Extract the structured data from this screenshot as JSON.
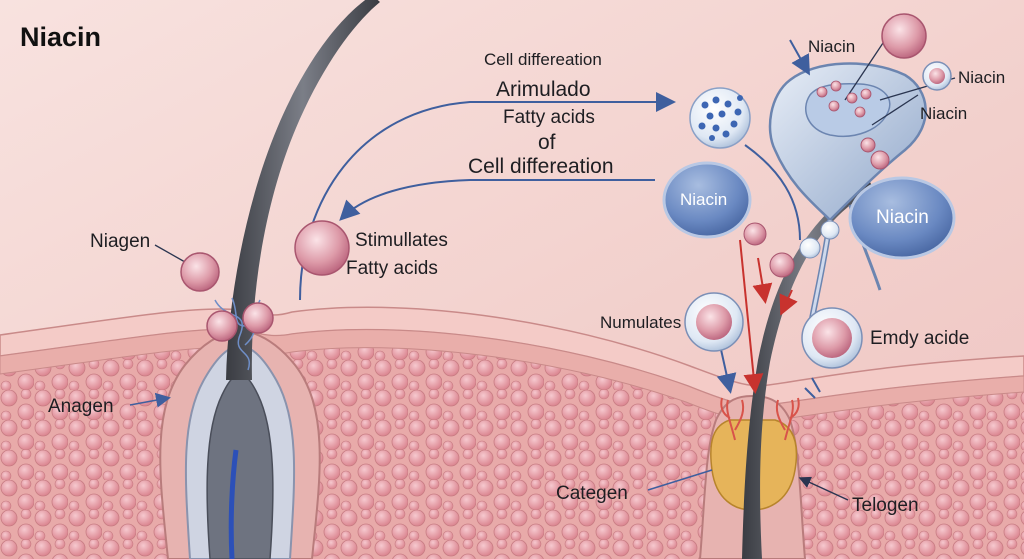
{
  "title": "Niacin",
  "labels": {
    "cell_differeation_top": "Cell differeation",
    "arimulado": "Arimulado",
    "fatty_acids_1": "Fatty acids",
    "of": "of",
    "cell_differeation_2": "Cell differeation",
    "niagen": "Niagen",
    "stimullates": "Stimullates",
    "fatty_acids_2": "Fatty acids",
    "anagen": "Anagen",
    "numulates": "Numulates",
    "emdy_acide": "Emdy acide",
    "categen": "Categen",
    "telogen": "Telogen",
    "niacin_top": "Niacin",
    "niacin_right": "Niacin",
    "niacin_right2": "Niacin",
    "niacin_bubble_left": "Niacin",
    "niacin_bubble_right": "Niacin"
  },
  "colors": {
    "background": "#f3d4d0",
    "skin_surface": "#e7a8a4",
    "skin_layer": "#f2c6c2",
    "tissue": "#e8a4a8",
    "hair_shaft": "#55575e",
    "arrow_blue": "#3f5f9e",
    "arrow_red": "#c8322e",
    "bubble_blue": "#5f7fb6",
    "follicle_gold": "#e6b45a"
  }
}
